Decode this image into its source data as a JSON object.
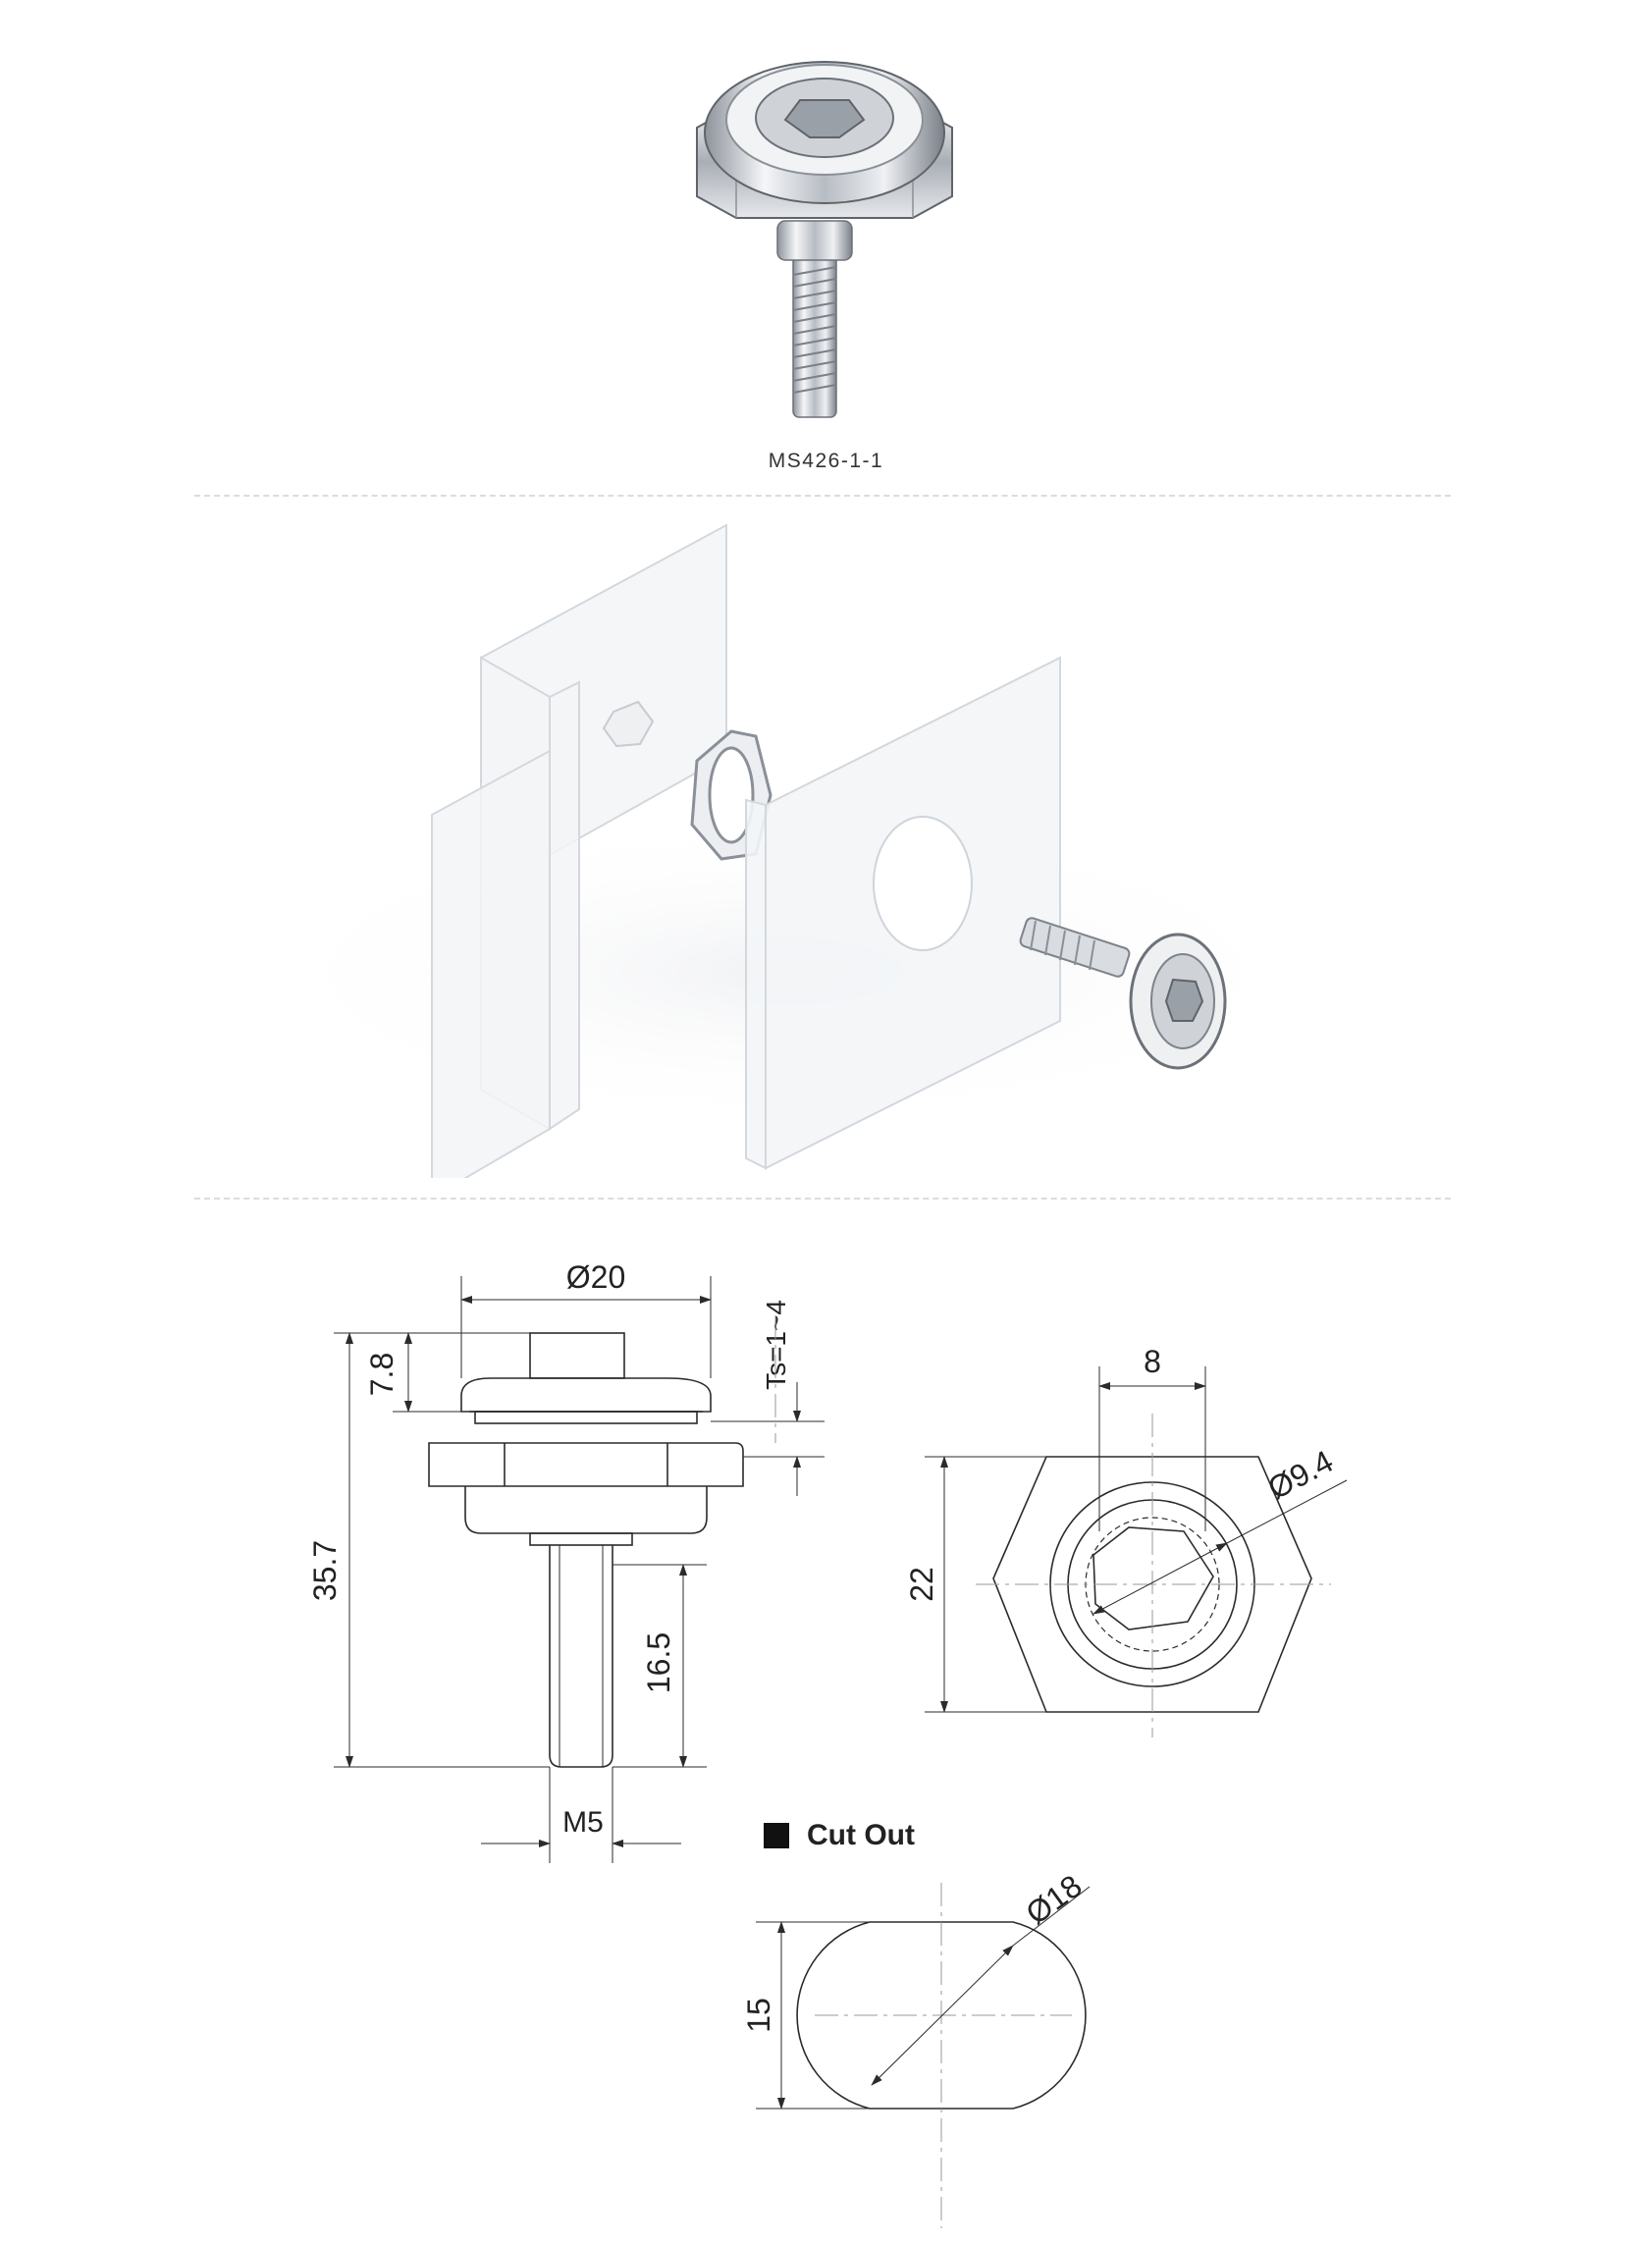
{
  "product": {
    "code": "MS426-1-1"
  },
  "dimensions": {
    "side_view": {
      "head_diameter": "Ø20",
      "head_height": "7.8",
      "panel_thickness": "Ts=1~4",
      "overall_length": "35.7",
      "thread_length": "16.5",
      "thread_size": "M5"
    },
    "front_view": {
      "socket_width": "8",
      "socket_diameter": "Ø9.4",
      "hex_across_corners": "22"
    },
    "cut_out": {
      "label": "Cut Out",
      "diameter": "Ø18",
      "flat_width": "15"
    }
  },
  "colors": {
    "line": "#2b2b2b",
    "centerline": "#9a9a9a",
    "panel": "#eef1f4",
    "chrome_light": "#f4f5f7",
    "chrome_dark": "#7d838b"
  }
}
